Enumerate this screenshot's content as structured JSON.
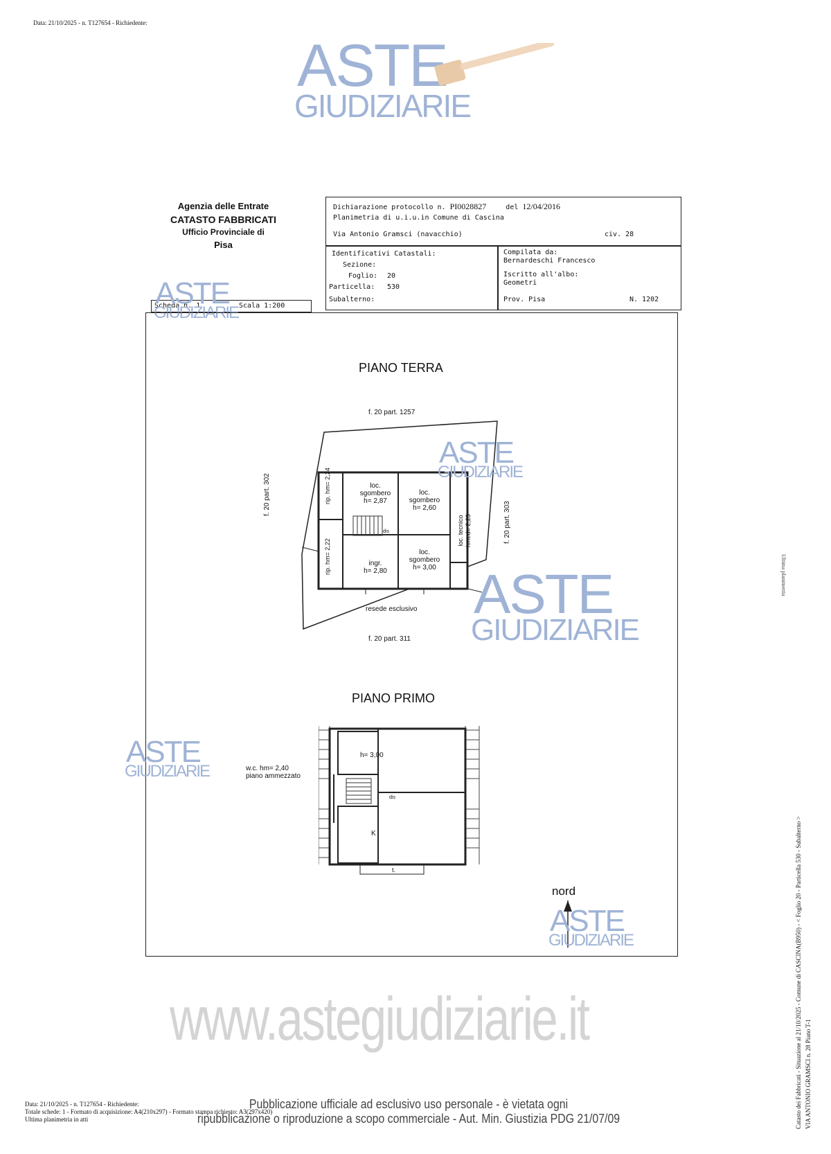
{
  "header": {
    "top_line": "Data: 21/10/2025 - n. T127654 - Richiedente:"
  },
  "watermark": {
    "line1": "ASTE",
    "line2": "GIUDIZIARIE",
    "site": "www.astegiudiziarie.it"
  },
  "agency": {
    "line1": "Agenzia delle Entrate",
    "line2": "CATASTO FABBRICATI",
    "line3": "Ufficio Provinciale di",
    "line4": "Pisa"
  },
  "declaration": {
    "protocol_label": "Dichiarazione protocollo n.",
    "protocol_number": "PI0028827",
    "date_label": "del",
    "date": "12/04/2016",
    "plan_line": "Planimetria di u.i.u.in Comune di Cascina",
    "address": "Via Antonio Gramsci (navacchio)",
    "civic": "civ. 28"
  },
  "identifiers": {
    "title": "Identificativi Catastali:",
    "sezione_label": "Sezione:",
    "foglio_label": "Foglio:",
    "foglio": "20",
    "particella_label": "Particella:",
    "particella": "530",
    "subalterno_label": "Subalterno:"
  },
  "compiled": {
    "label": "Compilata da:",
    "name": "Bernardeschi Francesco",
    "albo_label": "Iscritto all'albo:",
    "albo": "Geometri",
    "prov": "Prov. Pisa",
    "number": "N. 1202"
  },
  "scheda": {
    "label": "Scheda n. 1",
    "scale": "Scala 1:200"
  },
  "ground_floor": {
    "title": "PIANO TERRA",
    "north_label": "f. 20 part. 1257",
    "south_label": "f. 20 part. 311",
    "west_label": "f. 20 part. 302",
    "east_label": "f. 20 part. 303",
    "courtyard": "resede esclusivo",
    "rooms": [
      {
        "name": "loc.",
        "name2": "sgombero",
        "height": "h= 2,87"
      },
      {
        "name": "loc.",
        "name2": "sgombero",
        "height": "h= 2,60"
      },
      {
        "name": "ingr.",
        "name2": "",
        "height": "h= 2,80"
      },
      {
        "name": "loc.",
        "name2": "sgombero",
        "height": "h= 3,00"
      }
    ],
    "rip1": "rip.",
    "rip1_h": "hm= 2,24",
    "rip2": "rip.",
    "rip2_h": "hm= 2,22",
    "tech": "loc. tecnico",
    "tech_h": "hmed= 2,23",
    "stair": "dis"
  },
  "first_floor": {
    "title": "PIANO PRIMO",
    "room_h": "h= 3,00",
    "kitchen": "K",
    "wc_line1": "w.c. hm= 2,40",
    "wc_line2": "piano ammezzato",
    "terrace": "t.",
    "stair": "dis"
  },
  "north": {
    "label": "nord"
  },
  "side_right": {
    "line1": "Catasto dei Fabbricati - Situazione al 21/10/2025 - Comune di CASCINA(B950) - < Foglio 20 - Particella 530 - Subalterno >",
    "line2": "VIA ANTONIO GRAMSCI n. 28 Piano T-1",
    "small": "Ultima planimetria"
  },
  "footer": {
    "left1": "Data: 21/10/2025 - n. T127654 - Richiedente:",
    "left2": "Totale schede: 1 - Formato di acquisizione: A4(210x297) - Formato stampa richiesto: A3(297x420)",
    "left3": "Ultima planimetria in atti",
    "notice1": "Pubblicazione ufficiale ad esclusivo uso personale - è vietata ogni",
    "notice2": "ripubblicazione o riproduzione a scopo commerciale - Aut. Min. Giustizia PDG 21/07/09"
  }
}
